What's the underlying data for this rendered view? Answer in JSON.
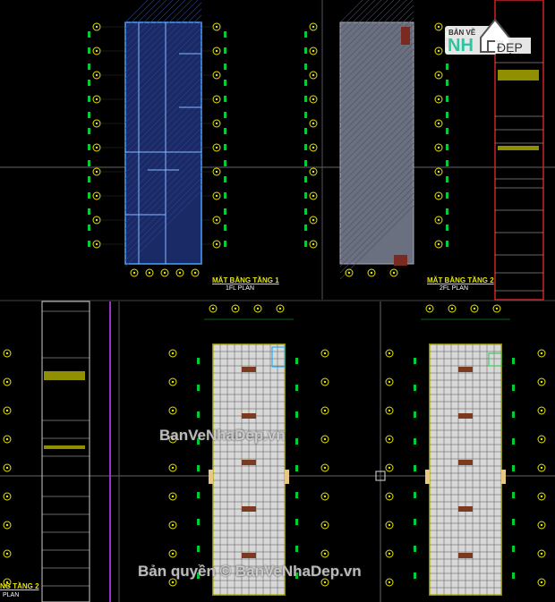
{
  "plans": [
    {
      "title": "MẶT BẰNG TẦNG 1",
      "subtitle": "1FL PLAN"
    },
    {
      "title": "MẶT BẰNG TẦNG 2",
      "subtitle": "2FL PLAN"
    }
  ],
  "cropped_label": {
    "title": "NG TẦNG 2",
    "subtitle": "PLAN"
  },
  "logo": {
    "line1": "BẢN VẼ",
    "line2": "NH",
    "line3": "ĐẸP"
  },
  "watermarks": {
    "center": "BanVeNhaDep.vn",
    "bottom": "Bản quyền © BanVeNhaDep.vn"
  },
  "colors": {
    "background": "#000000",
    "grid_axis": "#e6e600",
    "dimension": "#00cc33",
    "title_block_border": "#cc2222",
    "plan1_fill": "#1a2a66",
    "plan2_fill": "#6a7080",
    "plan3_fill": "#d8d8d8"
  }
}
